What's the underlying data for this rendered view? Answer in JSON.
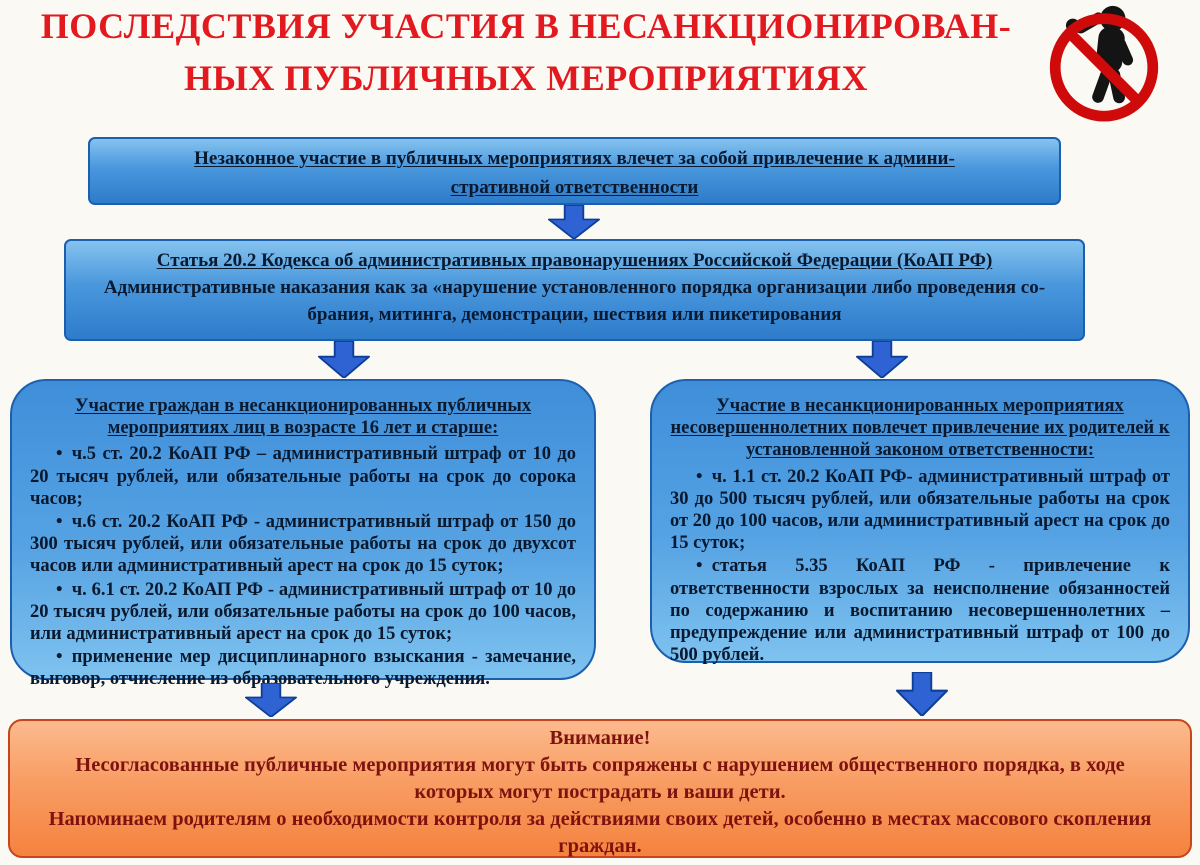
{
  "poster": {
    "title": {
      "line1": "ПОСЛЕДСТВИЯ УЧАСТИЯ В НЕСАНКЦИОНИРОВАН-",
      "line2": "НЫХ ПУБЛИЧНЫХ МЕРОПРИЯТИЯХ"
    },
    "icon": "no-protest-icon",
    "intro_box": {
      "line1": "Незаконное участие в публичных мероприятиях влечет за собой привлечение к админи-",
      "line2": "стративной ответственности"
    },
    "article_box": {
      "heading": "Статья 20.2 Кодекса об административных правонарушениях Российской Федерации (КоАП РФ)",
      "body_line1": "Административные наказания как за «нарушение установленного порядка организации либо проведения со-",
      "body_line2": "брания, митинга, демонстрации, шествия или пикетирования"
    },
    "left_box": {
      "heading": "Участие граждан в несанкционированных публичных мероприятиях лиц в возрасте 16 лет и старше:",
      "bullets": [
        "ч.5 ст. 20.2 КоАП РФ – административный штраф от 10 до 20 тысяч рублей, или обязательные работы на срок до сорока часов;",
        "ч.6 ст. 20.2 КоАП РФ - административный штраф от 150 до 300 тысяч рублей, или обязательные работы на срок до двухсот часов или административный арест на срок до 15 суток;",
        "ч. 6.1 ст. 20.2 КоАП РФ - административный штраф от 10 до 20 тысяч рублей, или обязательные работы на срок до 100 часов, или административный арест на срок до 15 суток;",
        "применение мер дисциплинарного взыскания - замечание, выговор, отчисление из образовательного учреждения."
      ]
    },
    "right_box": {
      "heading": "Участие в несанкционированных мероприятиях несовершеннолетних повлечет привлечение их родителей к установленной законом ответственности:",
      "bullets": [
        "ч. 1.1 ст. 20.2 КоАП РФ- административный штраф от 30 до 500 тысяч рублей, или обязательные работы на срок от 20 до 100 часов, или административный арест на срок до 15 суток;",
        "статья 5.35 КоАП РФ - привлечение к ответственности взрослых за неисполнение обязанностей по содержанию и воспитанию несовершеннолетних – предупреждение или административный штраф от 100 до 500 рублей."
      ]
    },
    "warning_box": {
      "title": "Внимание!",
      "line1": "Несогласованные публичные мероприятия могут быть сопряжены с нарушением общественного порядка, в ходе которых могут пострадать и ваши дети.",
      "line2": "Напоминаем родителям о необходимости контроля за действиями своих детей, особенно в местах массового скопления граждан."
    },
    "colors": {
      "title_red": "#e2191f",
      "box_blue_dark": "#2e7cca",
      "box_blue_light": "#85c3ef",
      "box_border_blue": "#1c5fae",
      "arrow_blue": "#2f63d4",
      "warning_orange_light": "#fcba8e",
      "warning_orange_dark": "#f5823f",
      "warning_border": "#c7451c",
      "warning_text": "#7d120e",
      "prohibition_red": "#cf0a0a"
    }
  }
}
